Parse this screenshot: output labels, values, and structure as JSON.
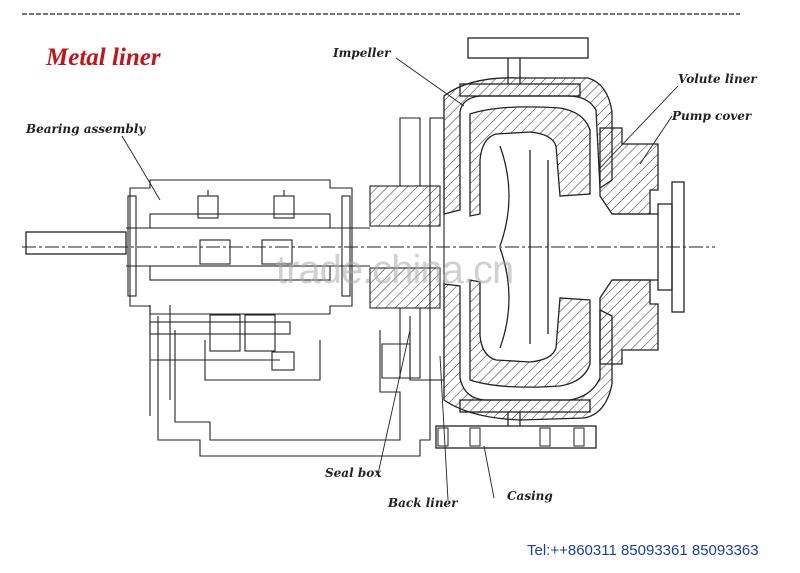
{
  "title": "Metal liner",
  "labels": {
    "impeller": "Impeller",
    "bearing_assembly": "Bearing assembly",
    "volute_liner": "Volute liner",
    "pump_cover": "Pump cover",
    "seal_box": "Seal box",
    "back_liner": "Back liner",
    "casing": "Casing"
  },
  "watermark": "trade.china.cn",
  "contact": "Tel:++860311 85093361 85093363",
  "colors": {
    "title": "#c0151b",
    "contact": "#1c3fa0",
    "line": "#222222"
  }
}
